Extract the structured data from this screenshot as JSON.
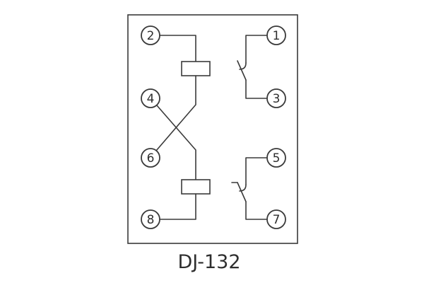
{
  "title": "DJ-132",
  "colors": {
    "line": "#3a3a3a",
    "background": "#ffffff"
  },
  "terminals": {
    "left": [
      "2",
      "4",
      "6",
      "8"
    ],
    "right": [
      "1",
      "3",
      "5",
      "7"
    ]
  }
}
